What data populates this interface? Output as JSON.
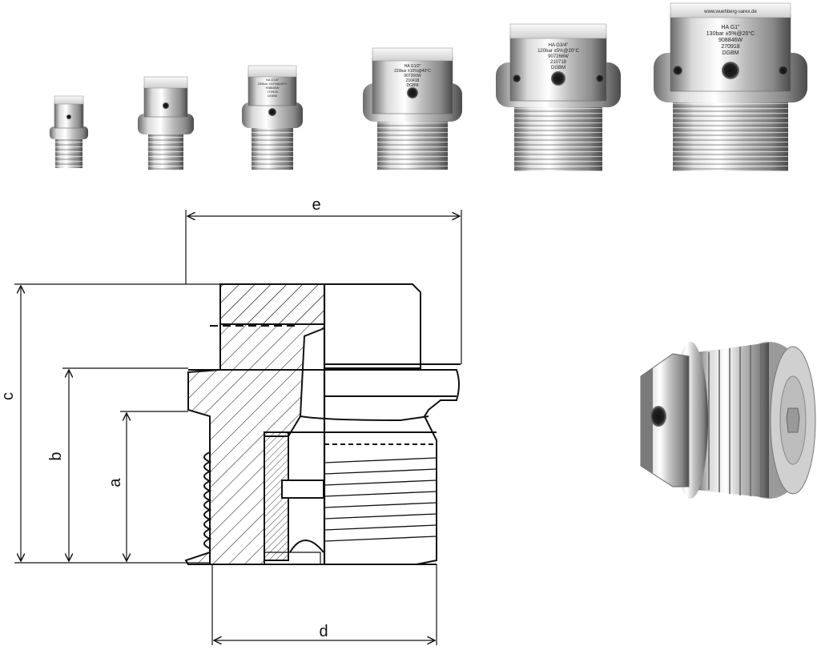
{
  "dimension_labels": {
    "a": "a",
    "b": "b",
    "c": "c",
    "d": "d",
    "e": "e"
  },
  "plugs": [
    {
      "name": "plug-1",
      "lines": [
        "",
        "",
        "",
        "",
        ""
      ]
    },
    {
      "name": "plug-2",
      "lines": [
        "",
        "",
        "",
        "",
        ""
      ]
    },
    {
      "name": "plug-3",
      "lines": [
        "HA G3/8\"",
        "200bar ±10%@40°C",
        "908846W",
        "270918",
        "DGBM"
      ]
    },
    {
      "name": "plug-4",
      "lines": [
        "HA G1/2\"",
        "220bar ±10%@40°C",
        "907266W",
        "210418",
        "DGBM"
      ]
    },
    {
      "name": "plug-5",
      "lines": [
        "HA G3/4\"",
        "120bar ±5%@20°C",
        "907266W",
        "210718",
        "DGBM"
      ]
    },
    {
      "name": "plug-6",
      "top": "www.wuehberg-sarex.de",
      "lines": [
        "HA G1\"",
        "130bar ±5%@20°C",
        "908846W",
        "270918",
        "DGBM"
      ]
    }
  ],
  "colors": {
    "line": "#111111",
    "hatch": "#222222",
    "metal_light": "#f2f2f2",
    "metal_dark": "#5a5a5a"
  }
}
